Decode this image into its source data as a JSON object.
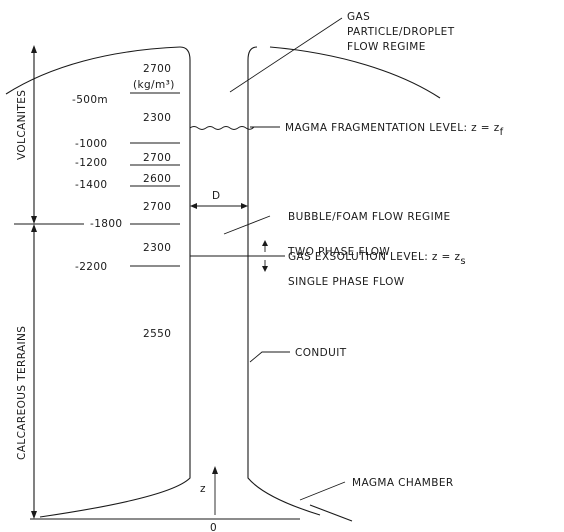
{
  "diagram": {
    "layers": {
      "volcanites": "VOLCANITES",
      "calcareous": "CALCAREOUS TERRAINS"
    },
    "depths": {
      "d500": "-500m",
      "d1000": "-1000",
      "d1200": "-1200",
      "d1400": "-1400",
      "d1800": "-1800",
      "d2200": "-2200"
    },
    "densities": {
      "top": "2700",
      "unit": "(kg/m³)",
      "d2": "2300",
      "d3": "2700",
      "d4": "2600",
      "d5": "2700",
      "d6": "2300",
      "d7": "2550"
    },
    "labels": {
      "gas_1": "GAS",
      "gas_2": "PARTICLE/DROPLET",
      "gas_3": "FLOW REGIME",
      "fragmentation_prefix": "MAGMA FRAGMENTATION LEVEL: z = z",
      "fragmentation_sub": "f",
      "bubble": "BUBBLE/FOAM FLOW REGIME",
      "two_phase": "TWO PHASE FLOW",
      "exsolution_prefix": "GAS EXSOLUTION LEVEL: z = z",
      "exsolution_sub": "s",
      "single_phase": "SINGLE PHASE FLOW",
      "conduit": "CONDUIT",
      "chamber": "MAGMA CHAMBER",
      "diameter": "D",
      "z_axis": "z",
      "origin": "0"
    }
  }
}
